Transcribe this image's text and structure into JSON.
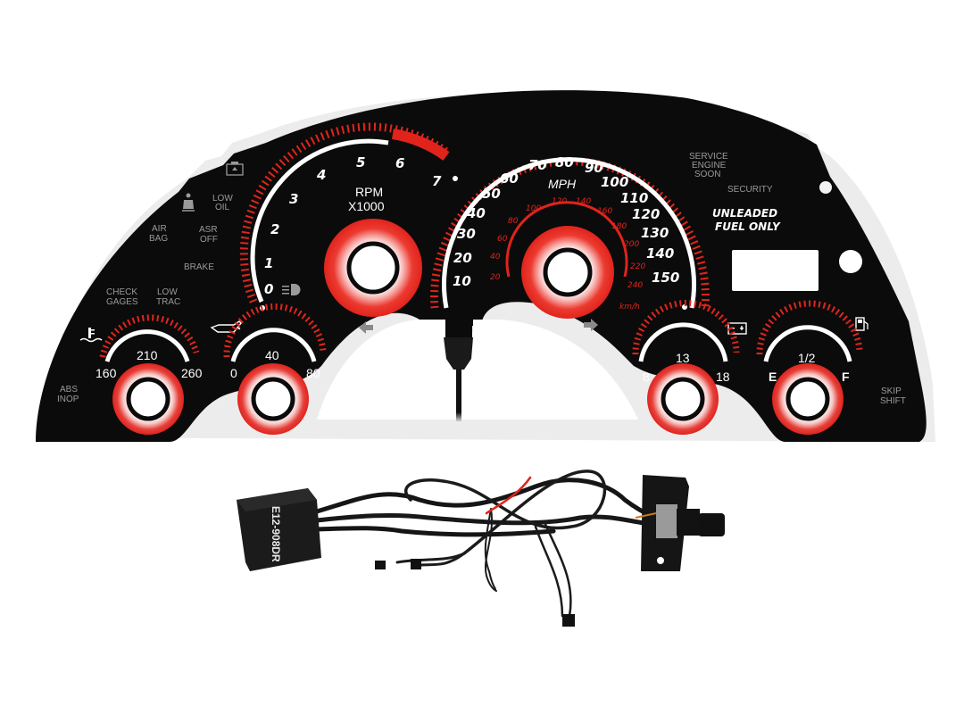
{
  "product": {
    "description": "Instrument cluster EL glow overlay with inverter wiring harness",
    "controller_label": "E12-908DR"
  },
  "colors": {
    "panel": "#0b0b0b",
    "accent_red": "#e0241c",
    "indicator_gray": "#9a9a9a",
    "background": "#ffffff"
  },
  "tachometer": {
    "label_line1": "RPM",
    "label_line2": "X1000",
    "ticks": [
      "0",
      "1",
      "2",
      "3",
      "4",
      "5",
      "6",
      "7"
    ]
  },
  "speedometer": {
    "unit": "MPH",
    "unit_metric": "km/h",
    "mph_ticks": [
      "10",
      "20",
      "30",
      "40",
      "50",
      "60",
      "70",
      "80",
      "90",
      "100",
      "110",
      "120",
      "130",
      "140",
      "150"
    ],
    "kmh_ticks": [
      "20",
      "40",
      "60",
      "80",
      "100",
      "120",
      "140",
      "160",
      "180",
      "200",
      "220",
      "240"
    ]
  },
  "gauges": {
    "temp": {
      "min": "160",
      "mid": "210",
      "max": "260",
      "icon": "coolant-temp-icon"
    },
    "oil": {
      "min": "0",
      "mid": "40",
      "max": "80",
      "icon": "oil-can-icon"
    },
    "volt": {
      "min": "8",
      "mid": "13",
      "max": "18",
      "icon": "battery-icon"
    },
    "fuel": {
      "min": "E",
      "mid": "1/2",
      "max": "F",
      "icon": "fuel-pump-icon"
    }
  },
  "indicators": {
    "low_oil": [
      "LOW",
      "OIL"
    ],
    "air_bag": [
      "AIR",
      "BAG"
    ],
    "asr_off": [
      "ASR",
      "OFF"
    ],
    "brake": "BRAKE",
    "check_gages": [
      "CHECK",
      "GAGES"
    ],
    "low_trac": [
      "LOW",
      "TRAC"
    ],
    "abs_inop": [
      "ABS",
      "INOP"
    ],
    "service_engine_soon": [
      "SERVICE",
      "ENGINE",
      "SOON"
    ],
    "security": "SECURITY",
    "skip_shift": [
      "SKIP",
      "SHIFT"
    ]
  },
  "notice": {
    "line1": "UNLEADED",
    "line2": "FUEL ONLY"
  }
}
